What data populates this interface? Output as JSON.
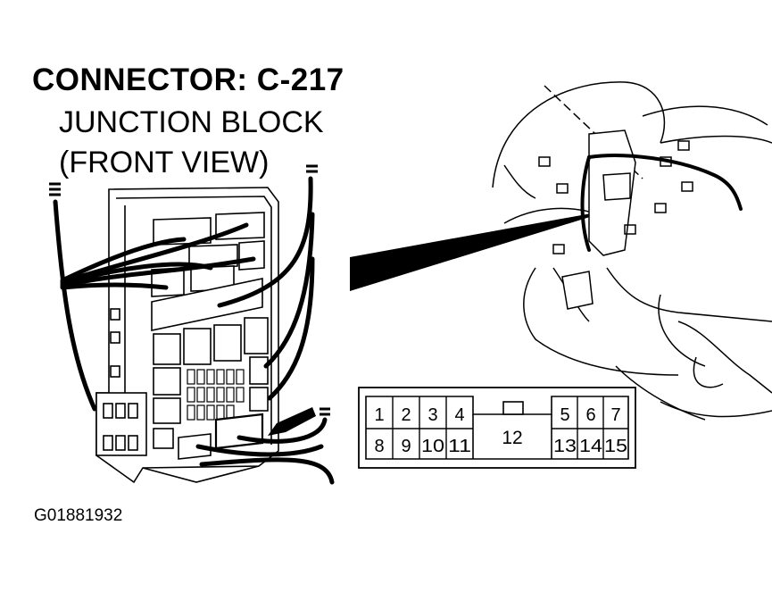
{
  "header": {
    "title": "CONNECTOR: C-217",
    "subtitle_line1": "JUNCTION BLOCK",
    "subtitle_line2": "(FRONT VIEW)"
  },
  "connector": {
    "top_row": [
      "1",
      "2",
      "3",
      "4",
      "5",
      "6",
      "7"
    ],
    "bottom_row": [
      "8",
      "9",
      "10",
      "11",
      "13",
      "14",
      "15"
    ],
    "center_pin": "12"
  },
  "footer": {
    "figure_code": "G01881932"
  }
}
